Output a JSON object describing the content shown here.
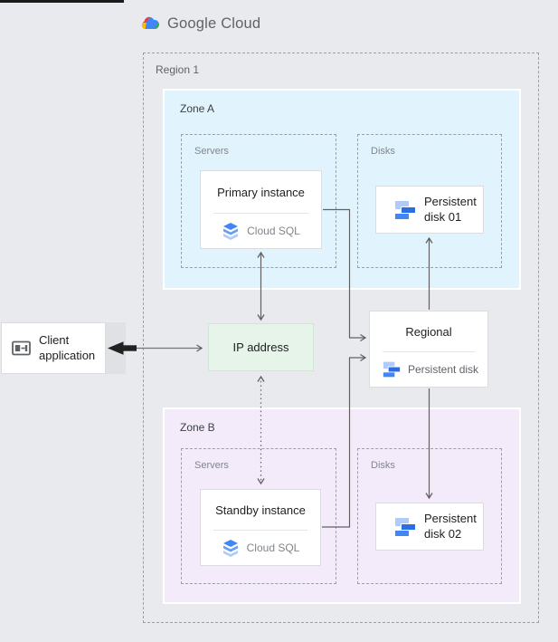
{
  "header": {
    "logo_text": "Google Cloud"
  },
  "region": {
    "label": "Region 1",
    "zone_a": {
      "label": "Zone A",
      "servers": {
        "label": "Servers",
        "card": {
          "title": "Primary instance",
          "service": "Cloud SQL"
        }
      },
      "disks": {
        "label": "Disks",
        "card": {
          "title": "Persistent disk 01"
        }
      }
    },
    "zone_b": {
      "label": "Zone B",
      "servers": {
        "label": "Servers",
        "card": {
          "title": "Standby instance",
          "service": "Cloud SQL"
        }
      },
      "disks": {
        "label": "Disks",
        "card": {
          "title": "Persistent disk 02"
        }
      }
    },
    "ip_address": {
      "label": "IP address"
    },
    "regional_disk": {
      "title": "Regional",
      "service": "Persistent disk"
    }
  },
  "client": {
    "label": "Client application"
  },
  "icons": {
    "google_cloud_logo": "multicolor-cloud",
    "cloud_sql": "layered-database-stack",
    "persistent_disk": "stepped-blue-blocks",
    "client_application": "app-window-outline"
  },
  "colors": {
    "background": "#e8eaed",
    "zone_a_fill": "#e1f4fd",
    "zone_b_fill": "#f3ebfa",
    "ip_fill": "#e6f4ea",
    "card_border": "#dadce0",
    "connector_line": "#616161",
    "bold_arrow": "#212121",
    "blue": "#4285f4",
    "light_blue": "#aecbfa",
    "dark_blue": "#2b6de3",
    "text_primary": "#202124",
    "text_secondary": "#5f6368",
    "logo_red": "#ea4335",
    "logo_yellow": "#fbbc04",
    "logo_green": "#34a853"
  }
}
